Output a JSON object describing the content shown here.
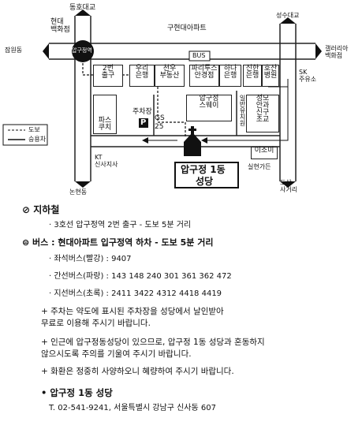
{
  "map": {
    "stations": {
      "top_left": "동호대교",
      "hyundai_dept": "현대\n백화점",
      "top_right": "성수대교",
      "left_mid": "잠원동",
      "right_mid": "갤러리아\n백화점",
      "bottom_left": "논현동",
      "bottom_right": "도산\n사거리"
    },
    "subway_badge": "압구정역",
    "road_top": "구현대아파트",
    "bus_badge": "BUS",
    "buildings": {
      "b2_exit": [
        "2번",
        "출구"
      ],
      "woori": [
        "우리",
        "은행"
      ],
      "cheonwoo": [
        "천우",
        "부동산"
      ],
      "hana_group": [
        "파리투스",
        "안경점"
      ],
      "hana_bank": [
        "하나",
        "은행"
      ],
      "shinhan": [
        "신한",
        "은행"
      ],
      "hosan": [
        "호산",
        "병원"
      ],
      "pasta": [
        "파스",
        "쿠치"
      ],
      "parking": "주차장",
      "gs25": [
        "GS",
        "25"
      ],
      "apgujeong_sw": [
        "압구정",
        "스웨이"
      ],
      "kindergarten": "일반유치원",
      "seongmo": [
        "성모",
        "안과"
      ],
      "sinsa": [
        "신구",
        "초교"
      ],
      "ijomi": "이조미",
      "silhyeon": "실현가든"
    },
    "sk_label": "SK\n주유소",
    "kt_label": "KT\n신사지사",
    "church_label": [
      "압구정 1동",
      "성당"
    ],
    "legend": {
      "walk": "도보",
      "car": "승용차"
    },
    "parking_sign": "P"
  },
  "info": {
    "subway_title": "지하철",
    "subway_detail": "· 3호선 압구정역 2번 출구 - 도보 5분 거리",
    "bus_title": "버스 : 현대아파트 입구정역 하차 - 도보 5분 거리",
    "bus_lines": [
      "· 좌석버스(빨강) : 9407",
      "· 간선버스(파랑) : 143 148 240 301 361 362 472",
      "· 지선버스(초록) : 2411 3422 4312 4418 4419"
    ],
    "notes": [
      "+ 주차는 약도에 표시된 주차장을 성당에서 날인받아",
      "   무료로 이용해 주시기 바랍니다.",
      "+ 인근에 압구정동성당이 있으므로, 압구정 1동 성당과 혼동하지",
      "   않으시도록 주의를 기울여 주시기 바랍니다.",
      "+ 화환은 정중히 사양하오니 혜량하여 주시기 바랍니다."
    ],
    "church_title": "• 압구정 1동 성당",
    "contact": "T. 02-541-9241, 서울특별시 강남구 신사동 607"
  }
}
